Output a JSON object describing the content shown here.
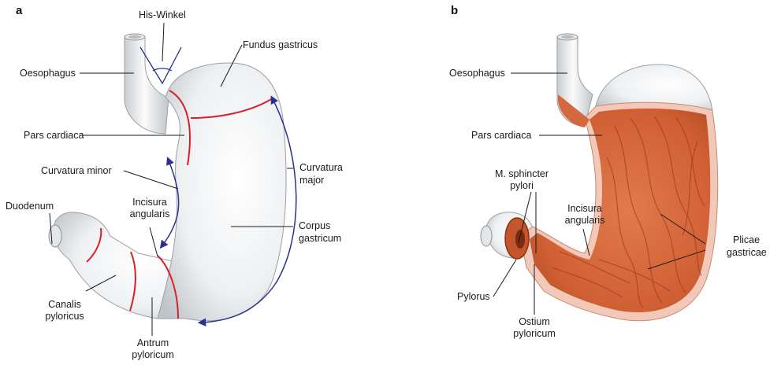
{
  "panels": {
    "a": {
      "letter": "a",
      "labels": {
        "his_winkel": "His-Winkel",
        "fundus": "Fundus gastricus",
        "oesophagus": "Oesophagus",
        "pars_cardiaca": "Pars cardiaca",
        "curvatura_minor": "Curvatura minor",
        "curvatura_major_1": "Curvatura",
        "curvatura_major_2": "major",
        "duodenum": "Duodenum",
        "incisura_1": "Incisura",
        "incisura_2": "angularis",
        "corpus_1": "Corpus",
        "corpus_2": "gastricum",
        "canalis_1": "Canalis",
        "canalis_2": "pyloricus",
        "antrum_1": "Antrum",
        "antrum_2": "pyloricum"
      }
    },
    "b": {
      "letter": "b",
      "labels": {
        "oesophagus": "Oesophagus",
        "pars_cardiaca": "Pars cardiaca",
        "sphincter_1": "M. sphincter",
        "sphincter_2": "pylori",
        "incisura_1": "Incisura",
        "incisura_2": "angularis",
        "plicae_1": "Plicae",
        "plicae_2": "gastricae",
        "pylorus": "Pylorus",
        "ostium_1": "Ostium",
        "ostium_2": "pyloricum"
      }
    }
  },
  "colors": {
    "region_border": "#d8202a",
    "arrow": "#2b2f8f",
    "stomach_surface": "#eceff1",
    "mucosa": "#d4683e",
    "leader_line": "#1a1a1a"
  }
}
